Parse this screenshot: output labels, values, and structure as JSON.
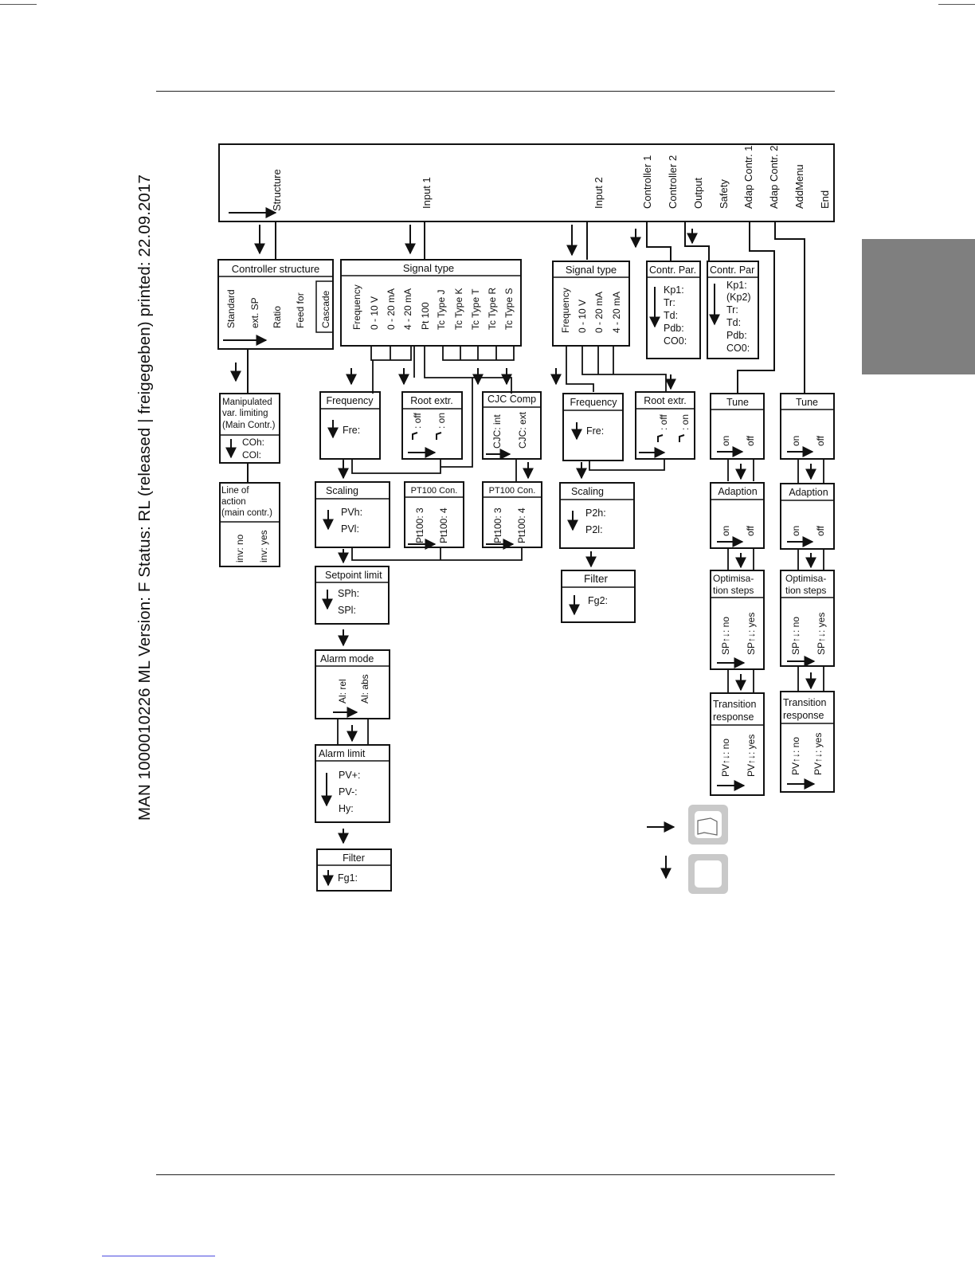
{
  "document_id": "MAN  1000010226  ML  Version: F  Status: RL (released | freigegeben)  printed: 22.09.2017",
  "top_menu": {
    "structure": "Structure",
    "input1": "Input 1",
    "input2": "Input 2",
    "controller1": "Controller 1",
    "controller2": "Controller 2",
    "output": "Output",
    "safety": "Safety",
    "adap1": "Adap Contr. 1",
    "adap2": "Adap Contr. 2",
    "addmenu": "AddMenu",
    "end": "End"
  },
  "controller_structure": {
    "title": "Controller structure",
    "options": [
      "Standard",
      "ext. SP",
      "Ratio",
      "Feed for",
      "Cascade"
    ]
  },
  "manipulated": {
    "title_lines": [
      "Manipulated",
      "var. limiting",
      "(Main Contr.)"
    ],
    "items": [
      "COh:",
      "COl:"
    ]
  },
  "line_of_action": {
    "title_lines": [
      "Line of",
      "action",
      "(main contr.)"
    ],
    "options": [
      "inv: no",
      "inv: yes"
    ]
  },
  "signal_type_1": {
    "title": "Signal type",
    "options": [
      "Frequency",
      "0 - 10 V",
      "0 - 20 mA",
      "4 - 20 mA",
      "Pt 100",
      "Tc Type J",
      "Tc Type K",
      "Tc Type T",
      "Tc Type R",
      "Tc Type S"
    ]
  },
  "frequency_1": {
    "title": "Frequency",
    "item": "Fre:"
  },
  "root_extr_1": {
    "title": "Root extr.",
    "options": [
      ": off",
      ": on"
    ]
  },
  "cjc_comp": {
    "title": "CJC Comp",
    "options": [
      "CJC: int",
      "CJC: ext"
    ]
  },
  "scaling_1": {
    "title": "Scaling",
    "items": [
      "PVh:",
      "PVl:"
    ]
  },
  "pt100_con_1": {
    "title": "PT100 Con.",
    "options": [
      "Pt100: 3",
      "Pt100: 4"
    ]
  },
  "pt100_con_2": {
    "title": "PT100 Con.",
    "options": [
      "Pt100: 3",
      "Pt100: 4"
    ]
  },
  "setpoint_limit": {
    "title": "Setpoint limit",
    "items": [
      "SPh:",
      "SPl:"
    ]
  },
  "alarm_mode": {
    "title": "Alarm mode",
    "options": [
      "Al: rel",
      "Al: abs"
    ]
  },
  "alarm_limit": {
    "title": "Alarm limit",
    "items": [
      "PV+:",
      "PV-:",
      "Hy:"
    ]
  },
  "filter_1": {
    "title": "Filter",
    "item": "Fg1:"
  },
  "signal_type_2": {
    "title": "Signal type",
    "options": [
      "Frequency",
      "0 - 10 V",
      "0 - 20 mA",
      "4 - 20 mA"
    ]
  },
  "frequency_2": {
    "title": "Frequency",
    "item": "Fre:"
  },
  "root_extr_2": {
    "title": "Root extr.",
    "options": [
      ": off",
      ": on"
    ]
  },
  "scaling_2": {
    "title": "Scaling",
    "items": [
      "P2h:",
      "P2l:"
    ]
  },
  "filter_2": {
    "title": "Filter",
    "item": "Fg2:"
  },
  "contr_par_1": {
    "title": "Contr. Par.",
    "items": [
      "Kp1:",
      "Tr:",
      "Td:",
      "Pdb:",
      "CO0:"
    ]
  },
  "contr_par_2": {
    "title": "Contr. Par",
    "items": [
      "Kp1:",
      "(Kp2)",
      "Tr:",
      "Td:",
      "Pdb:",
      "CO0:"
    ]
  },
  "adap_column": {
    "tune": {
      "title": "Tune",
      "options": [
        "on",
        "off"
      ]
    },
    "adaption": {
      "title": "Adaption",
      "options": [
        "on",
        "off"
      ]
    },
    "optimisation": {
      "title_lines": [
        "Optimisa-",
        "tion steps"
      ],
      "options": [
        "SP↑↓: no",
        "SP↑↓: yes"
      ]
    },
    "transition": {
      "title_lines": [
        "Transition",
        "response"
      ],
      "options": [
        "PV↑↓: no",
        "PV↑↓: yes"
      ]
    }
  },
  "legend": {
    "right_arrow_key": "enter-key-icon",
    "down_arrow_key": "blank-key-icon"
  }
}
